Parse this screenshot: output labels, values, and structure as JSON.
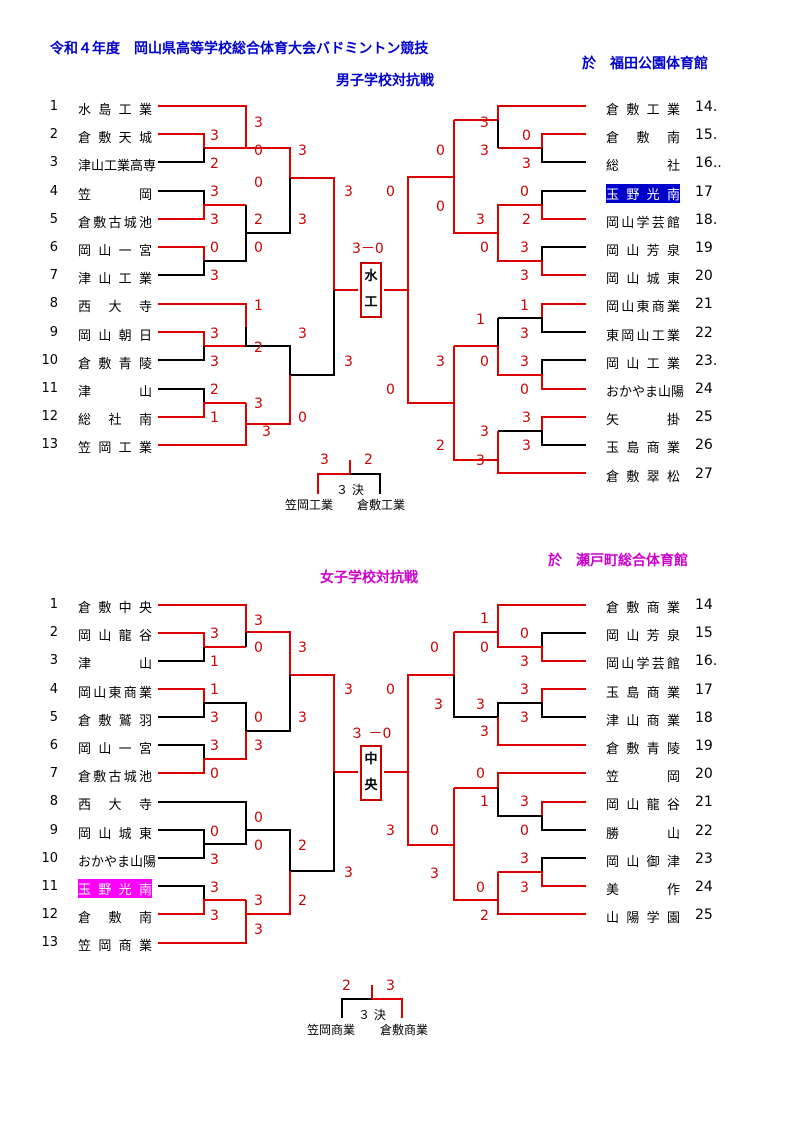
{
  "header": {
    "title": "令和４年度　岡山県高等学校総合体育大会バドミントン競技",
    "venue_boys": "於　福田公園体育館",
    "venue_girls": "於　瀬戸町総合体育館"
  },
  "boys": {
    "title": "男子学校対抗戦",
    "left": [
      {
        "n": "1",
        "t": "水島工業"
      },
      {
        "n": "2",
        "t": "倉敷天城"
      },
      {
        "n": "3",
        "t": "津山工業高専"
      },
      {
        "n": "4",
        "t": "笠　　岡"
      },
      {
        "n": "5",
        "t": "倉敷古城池"
      },
      {
        "n": "6",
        "t": "岡山一宮"
      },
      {
        "n": "7",
        "t": "津山工業"
      },
      {
        "n": "8",
        "t": "西大寺"
      },
      {
        "n": "9",
        "t": "岡山朝日"
      },
      {
        "n": "10",
        "t": "倉敷青陵"
      },
      {
        "n": "11",
        "t": "津　　山"
      },
      {
        "n": "12",
        "t": "総社南"
      },
      {
        "n": "13",
        "t": "笠岡工業"
      }
    ],
    "right": [
      {
        "n": "14.",
        "t": "倉敷工業"
      },
      {
        "n": "15.",
        "t": "倉敷南"
      },
      {
        "n": "16..",
        "t": "総　　社"
      },
      {
        "n": "17",
        "t": "玉野光南"
      },
      {
        "n": "18.",
        "t": "岡山学芸館"
      },
      {
        "n": "19",
        "t": "岡山芳泉"
      },
      {
        "n": "20",
        "t": "岡山城東"
      },
      {
        "n": "21",
        "t": "岡山東商業"
      },
      {
        "n": "22",
        "t": "東岡山工業"
      },
      {
        "n": "23.",
        "t": "岡山工業"
      },
      {
        "n": "24",
        "t": "おかやま山陽"
      },
      {
        "n": "25",
        "t": "矢　　掛"
      },
      {
        "n": "26",
        "t": "玉島商業"
      },
      {
        "n": "27",
        "t": "倉敷翠松"
      }
    ],
    "scores": [
      "3",
      "3",
      "0",
      "2",
      "3",
      "0",
      "3",
      "3",
      "0",
      "3",
      "2",
      "3",
      "0",
      "0",
      "3",
      "1",
      "3",
      "2",
      "3",
      "3",
      "3",
      "2",
      "3",
      "1",
      "0",
      "3",
      "3",
      "0",
      "3",
      "0",
      "3",
      "0",
      "0",
      "3",
      "2",
      "0",
      "3",
      "3",
      "1",
      "1",
      "3",
      "3",
      "0",
      "3",
      "0",
      "0",
      "3",
      "3",
      "3",
      "2",
      "3",
      "3",
      "2",
      "3",
      "3",
      "0"
    ],
    "final_score": "3－0",
    "champion": [
      "水",
      "工"
    ],
    "third": {
      "score_left": "3",
      "score_right": "2",
      "label": "３ 決",
      "left": "笠岡工業",
      "right": "倉敷工業"
    }
  },
  "girls": {
    "title": "女子学校対抗戦",
    "left": [
      {
        "n": "1",
        "t": "倉敷中央"
      },
      {
        "n": "2",
        "t": "岡山龍谷"
      },
      {
        "n": "3",
        "t": "津　　山"
      },
      {
        "n": "4",
        "t": "岡山東商業"
      },
      {
        "n": "5",
        "t": "倉敷鷲羽"
      },
      {
        "n": "6",
        "t": "岡山一宮"
      },
      {
        "n": "7",
        "t": "倉敷古城池"
      },
      {
        "n": "8",
        "t": "西大寺"
      },
      {
        "n": "9",
        "t": "岡山城東"
      },
      {
        "n": "10",
        "t": "おかやま山陽"
      },
      {
        "n": "11",
        "t": "玉野光南"
      },
      {
        "n": "12",
        "t": "倉敷南"
      },
      {
        "n": "13",
        "t": "笠岡商業"
      }
    ],
    "right": [
      {
        "n": "14",
        "t": "倉敷商業"
      },
      {
        "n": "15",
        "t": "岡山芳泉"
      },
      {
        "n": "16.",
        "t": "岡山学芸館"
      },
      {
        "n": "17",
        "t": "玉島商業"
      },
      {
        "n": "18",
        "t": "津山商業"
      },
      {
        "n": "19",
        "t": "倉敷青陵"
      },
      {
        "n": "20",
        "t": "笠　　岡"
      },
      {
        "n": "21",
        "t": "岡山龍谷"
      },
      {
        "n": "22",
        "t": "勝　　山"
      },
      {
        "n": "23",
        "t": "岡山御津"
      },
      {
        "n": "24",
        "t": "美　　作"
      },
      {
        "n": "25",
        "t": "山陽学園"
      }
    ],
    "scores": [
      "3",
      "3",
      "0",
      "1",
      "3",
      "3",
      "0",
      "1",
      "0",
      "3",
      "3",
      "3",
      "3",
      "0",
      "0",
      "0",
      "0",
      "2",
      "3",
      "3",
      "3",
      "3",
      "2",
      "3",
      "3",
      "1",
      "0",
      "0",
      "0",
      "3",
      "3",
      "3",
      "3",
      "3",
      "3",
      "0",
      "1",
      "3",
      "3",
      "0",
      "0",
      "3",
      "3",
      "0",
      "3",
      "2",
      "0",
      "3",
      "0",
      "3",
      "3",
      "3"
    ],
    "final_score": "３ －0",
    "champion": [
      "中",
      "央"
    ],
    "third": {
      "score_left": "2",
      "score_right": "3",
      "label": "３ 決",
      "left": "笠岡商業",
      "right": "倉敷商業"
    }
  }
}
